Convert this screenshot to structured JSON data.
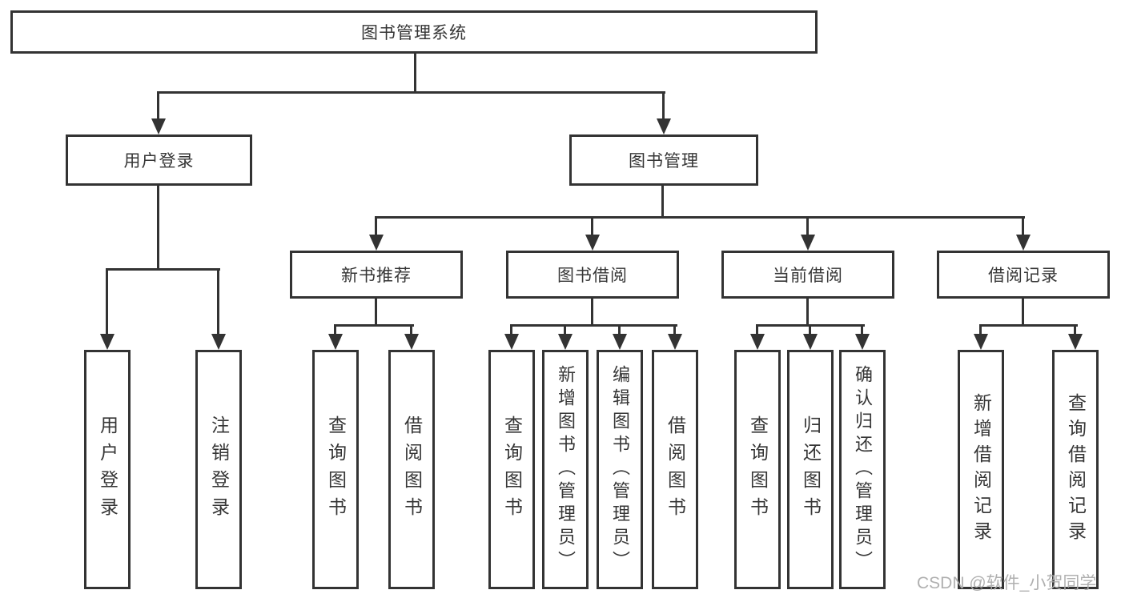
{
  "tree": {
    "label": "图书管理系统",
    "children": [
      {
        "label": "用户登录",
        "children": [
          {
            "label": "用户登录"
          },
          {
            "label": "注销登录"
          }
        ]
      },
      {
        "label": "图书管理",
        "children": [
          {
            "label": "新书推荐",
            "children": [
              {
                "label": "查询图书"
              },
              {
                "label": "借阅图书"
              }
            ]
          },
          {
            "label": "图书借阅",
            "children": [
              {
                "label": "查询图书"
              },
              {
                "label": "新增图书（管理员）"
              },
              {
                "label": "编辑图书（管理员）"
              },
              {
                "label": "借阅图书"
              }
            ]
          },
          {
            "label": "当前借阅",
            "children": [
              {
                "label": "查询图书"
              },
              {
                "label": "归还图书"
              },
              {
                "label": "确认归还（管理员）"
              }
            ]
          },
          {
            "label": "借阅记录",
            "children": [
              {
                "label": "新增借阅记录"
              },
              {
                "label": "查询借阅记录"
              }
            ]
          }
        ]
      }
    ]
  },
  "watermark": {
    "text": "CSDN @软件_小贺同学"
  },
  "colors": {
    "line": "#333333",
    "text": "#363636",
    "watermark": "#acacac",
    "background": "#ffffff"
  }
}
